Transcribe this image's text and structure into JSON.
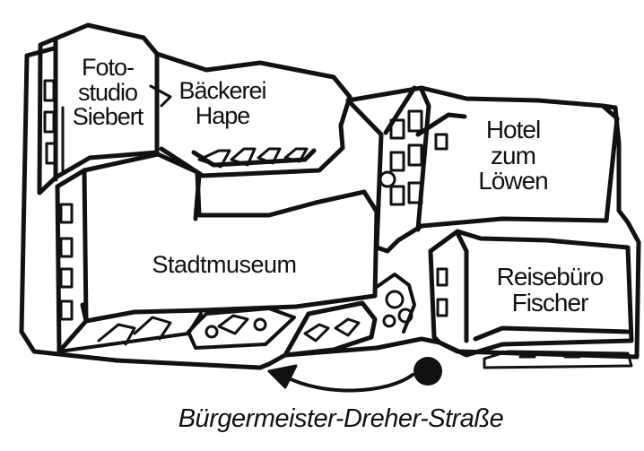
{
  "buildings": [
    {
      "id": "fotostudio",
      "lines": [
        "Foto-",
        "studio",
        "Siebert"
      ]
    },
    {
      "id": "baeckerei",
      "lines": [
        "Bäckerei",
        "Hape"
      ]
    },
    {
      "id": "hotel",
      "lines": [
        "Hotel",
        "zum",
        "Löwen"
      ]
    },
    {
      "id": "stadtmuseum",
      "lines": [
        "Stadtmuseum"
      ]
    },
    {
      "id": "reisebuero",
      "lines": [
        "Reisebüro",
        "Fischer"
      ]
    }
  ],
  "street": {
    "name": "Bürgermeister-Dreher-Straße"
  },
  "colors": {
    "ink": "#111111",
    "paper": "#ffffff"
  },
  "icons": {
    "walking_direction": "curved-arrow-left-icon",
    "location_marker": "filled-dot-icon"
  }
}
